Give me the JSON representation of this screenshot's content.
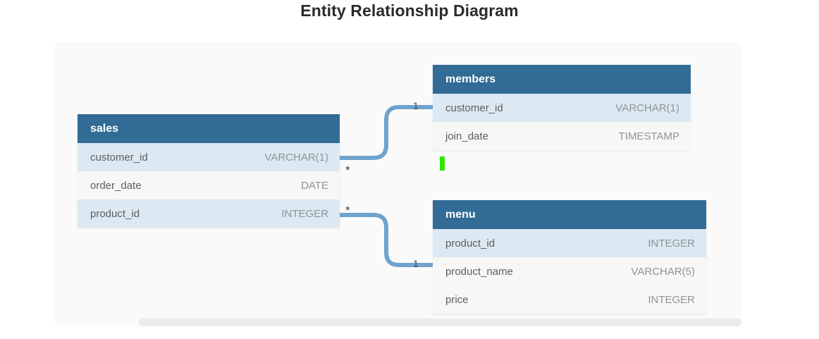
{
  "page": {
    "title": "Entity Relationship Diagram",
    "background_color": "#ffffff",
    "canvas_color": "#fafafa"
  },
  "theme": {
    "header_blue": "#316b96",
    "row_blue": "#dce9f2",
    "row_white": "#f7f7f5",
    "connector_blue": "#6fa3ce",
    "name_text": "#5d5d5d",
    "type_text": "#8d9499",
    "caret_green": "#2fe800"
  },
  "entities": [
    {
      "id": "sales",
      "name": "sales",
      "columns": [
        {
          "name": "customer_id",
          "type": "VARCHAR(1)"
        },
        {
          "name": "order_date",
          "type": "DATE"
        },
        {
          "name": "product_id",
          "type": "INTEGER"
        }
      ]
    },
    {
      "id": "members",
      "name": "members",
      "columns": [
        {
          "name": "customer_id",
          "type": "VARCHAR(1)"
        },
        {
          "name": "join_date",
          "type": "TIMESTAMP"
        }
      ]
    },
    {
      "id": "menu",
      "name": "menu",
      "columns": [
        {
          "name": "product_id",
          "type": "INTEGER"
        },
        {
          "name": "product_name",
          "type": "VARCHAR(5)"
        },
        {
          "name": "price",
          "type": "INTEGER"
        }
      ]
    }
  ],
  "relationships": [
    {
      "id": "sales-members",
      "from_entity": "sales",
      "from_column": "customer_id",
      "from_cardinality": "*",
      "to_entity": "members",
      "to_column": "customer_id",
      "to_cardinality": "1"
    },
    {
      "id": "sales-menu",
      "from_entity": "sales",
      "from_column": "product_id",
      "from_cardinality": "*",
      "to_entity": "menu",
      "to_column": "product_id",
      "to_cardinality": "1"
    }
  ],
  "markers": {
    "caret": "text-caret"
  }
}
